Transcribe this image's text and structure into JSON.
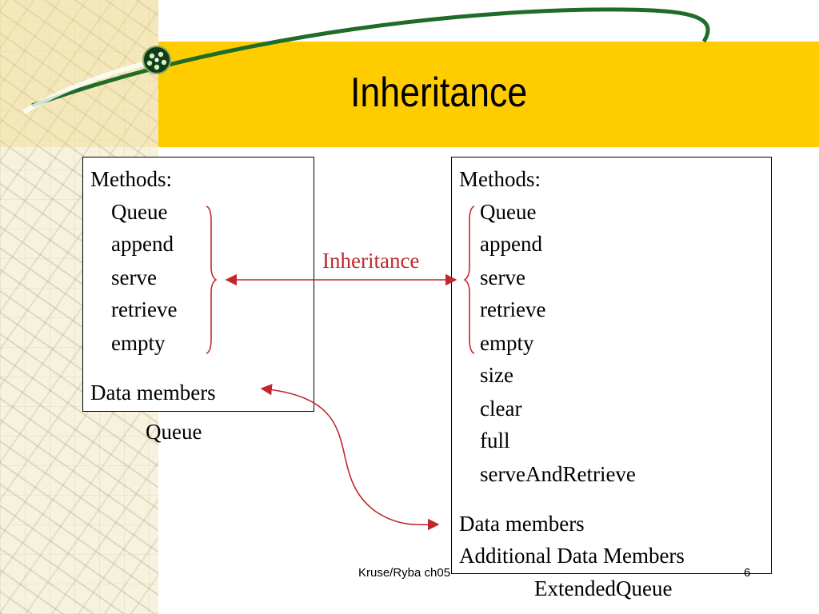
{
  "slide": {
    "title": "Inheritance",
    "footer": "Kruse/Ryba ch05",
    "slide_number": "6"
  },
  "left_box": {
    "methods_label": "Methods:",
    "methods": [
      "Queue",
      "append",
      "serve",
      "retrieve",
      "empty"
    ],
    "data_label": "Data members",
    "class_name": "Queue"
  },
  "right_box": {
    "methods_label": "Methods:",
    "methods": [
      "Queue",
      "append",
      "serve",
      "retrieve",
      "empty",
      "size",
      "clear",
      "full",
      "serveAndRetrieve"
    ],
    "data_label": "Data members",
    "additional_label": "Additional Data Members",
    "class_name": "ExtendedQueue"
  },
  "arrow_label": "Inheritance",
  "colors": {
    "title_band": "#ffcc00",
    "accent_red": "#c0282d",
    "swoosh_green": "#1e6b2a",
    "text": "#000000"
  },
  "icons": {
    "logo": "molecule-icon"
  }
}
